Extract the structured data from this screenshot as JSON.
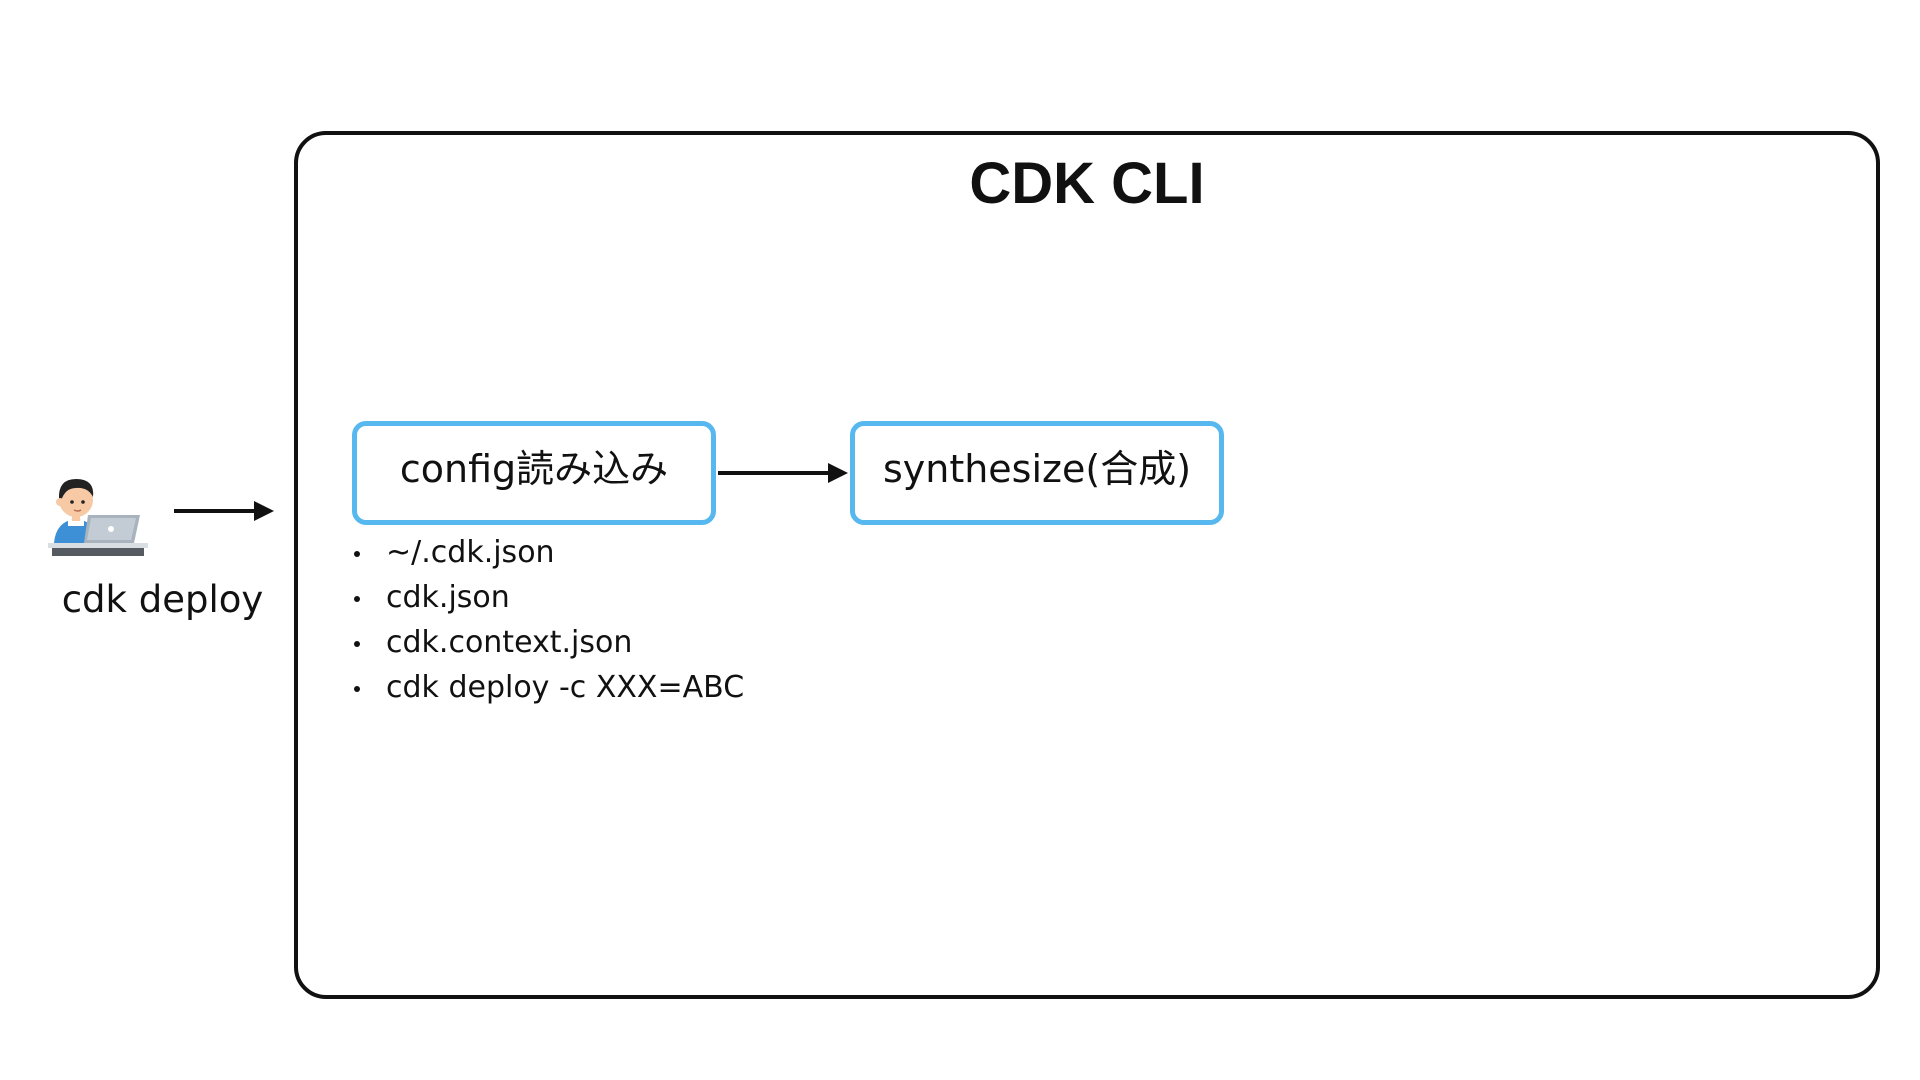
{
  "user": {
    "label": "cdk deploy",
    "icon": "person-with-laptop-icon"
  },
  "cli": {
    "title": "CDK CLI"
  },
  "steps": [
    {
      "label": "config読み込み"
    },
    {
      "label": "synthesize(合成)"
    }
  ],
  "config_sources": [
    "~/.cdk.json",
    "cdk.json",
    "cdk.context.json",
    "cdk deploy -c XXX=ABC"
  ],
  "colors": {
    "step_border": "#56b8ee",
    "container_border": "#111111",
    "arrow": "#111111"
  }
}
